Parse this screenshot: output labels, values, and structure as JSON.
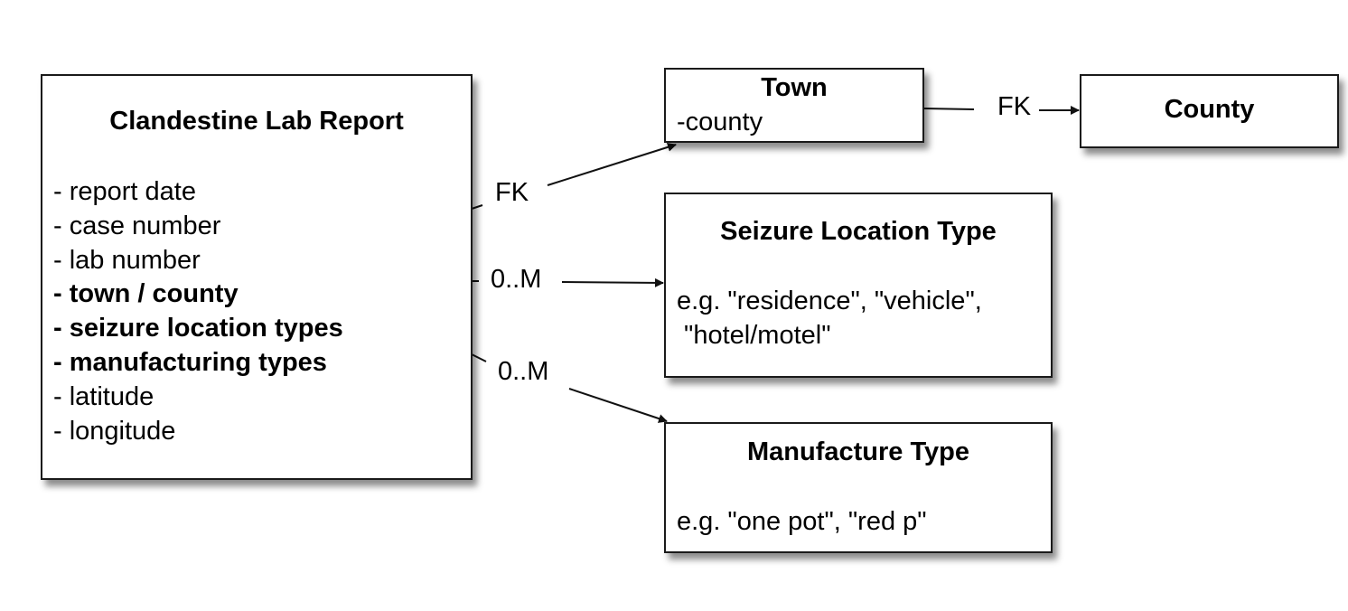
{
  "entities": {
    "lab_report": {
      "title": "Clandestine Lab Report",
      "attributes": [
        {
          "text": "- report date",
          "bold": false
        },
        {
          "text": "- case number",
          "bold": false
        },
        {
          "text": "- lab number",
          "bold": false
        },
        {
          "text": "- town / county",
          "bold": true
        },
        {
          "text": "- seizure location types",
          "bold": true
        },
        {
          "text": "- manufacturing types",
          "bold": true
        },
        {
          "text": "- latitude",
          "bold": false
        },
        {
          "text": "- longitude",
          "bold": false
        }
      ]
    },
    "town": {
      "title": "Town",
      "attribute": "-county"
    },
    "county": {
      "title": "County"
    },
    "seizure_location_type": {
      "title": "Seizure Location Type",
      "example_lines": [
        "e.g. \"residence\", \"vehicle\",",
        " \"hotel/motel\""
      ]
    },
    "manufacture_type": {
      "title": "Manufacture Type",
      "example_lines": [
        "e.g. \"one pot\", \"red p\""
      ]
    }
  },
  "relations": {
    "report_to_town": "FK",
    "town_to_county": "FK",
    "report_to_seizure": "0..M",
    "report_to_manufacture": "0..M"
  },
  "colors": {
    "stroke": "#1a1a1a",
    "text": "#000000",
    "background": "#ffffff"
  }
}
